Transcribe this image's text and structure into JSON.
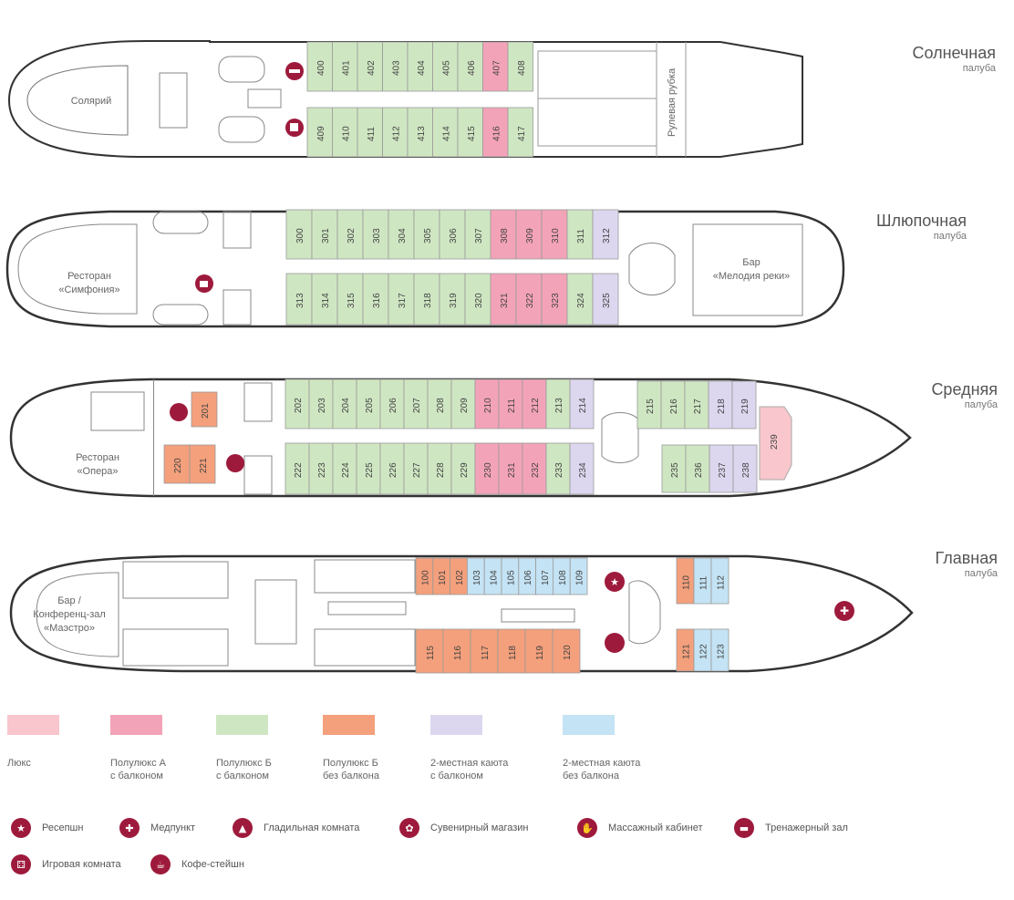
{
  "colors": {
    "lux": "#f8c6cc",
    "semilux_a_balcony": "#f3a3b8",
    "semilux_b_balcony": "#cfe6c2",
    "semilux_b_nobalcony": "#f4a07c",
    "double_balcony": "#dcd6ee",
    "double_nobalcony": "#c4e3f4",
    "icon": "#9e1a3c",
    "hull_stroke": "#333333"
  },
  "decks": [
    {
      "title": "Солнечная",
      "sub": "палуба",
      "rooms": [
        "Солярий",
        "Рулевая рубка"
      ]
    },
    {
      "title": "Шлюпочная",
      "sub": "палуба",
      "rooms": [
        "Ресторан",
        "«Симфония»",
        "Бар",
        "«Мелодия реки»"
      ]
    },
    {
      "title": "Средняя",
      "sub": "палуба",
      "rooms": [
        "Ресторан",
        "«Опера»"
      ]
    },
    {
      "title": "Главная",
      "sub": "палуба",
      "rooms": [
        "Бар /",
        "Конференц-зал",
        "«Маэстро»"
      ]
    }
  ],
  "cabins": {
    "sun_top": [
      [
        "400",
        "g"
      ],
      [
        "401",
        "g"
      ],
      [
        "402",
        "g"
      ],
      [
        "403",
        "g"
      ],
      [
        "404",
        "g"
      ],
      [
        "405",
        "g"
      ],
      [
        "406",
        "g"
      ],
      [
        "407",
        "p"
      ],
      [
        "408",
        "g"
      ]
    ],
    "sun_bottom": [
      [
        "409",
        "g"
      ],
      [
        "410",
        "g"
      ],
      [
        "411",
        "g"
      ],
      [
        "412",
        "g"
      ],
      [
        "413",
        "g"
      ],
      [
        "414",
        "g"
      ],
      [
        "415",
        "g"
      ],
      [
        "416",
        "p"
      ],
      [
        "417",
        "g"
      ]
    ],
    "boat_top": [
      [
        "300",
        "g"
      ],
      [
        "301",
        "g"
      ],
      [
        "302",
        "g"
      ],
      [
        "303",
        "g"
      ],
      [
        "304",
        "g"
      ],
      [
        "305",
        "g"
      ],
      [
        "306",
        "g"
      ],
      [
        "307",
        "g"
      ],
      [
        "308",
        "p"
      ],
      [
        "309",
        "p"
      ],
      [
        "310",
        "p"
      ],
      [
        "311",
        "g"
      ],
      [
        "312",
        "v"
      ]
    ],
    "boat_bottom": [
      [
        "313",
        "g"
      ],
      [
        "314",
        "g"
      ],
      [
        "315",
        "g"
      ],
      [
        "316",
        "g"
      ],
      [
        "317",
        "g"
      ],
      [
        "318",
        "g"
      ],
      [
        "319",
        "g"
      ],
      [
        "320",
        "g"
      ],
      [
        "321",
        "p"
      ],
      [
        "322",
        "p"
      ],
      [
        "323",
        "p"
      ],
      [
        "324",
        "g"
      ],
      [
        "325",
        "v"
      ]
    ],
    "mid_top": [
      [
        "201",
        "o"
      ],
      [
        "202",
        "g"
      ],
      [
        "203",
        "g"
      ],
      [
        "204",
        "g"
      ],
      [
        "205",
        "g"
      ],
      [
        "206",
        "g"
      ],
      [
        "207",
        "g"
      ],
      [
        "208",
        "g"
      ],
      [
        "209",
        "g"
      ],
      [
        "210",
        "p"
      ],
      [
        "211",
        "p"
      ],
      [
        "212",
        "p"
      ],
      [
        "213",
        "g"
      ],
      [
        "214",
        "v"
      ],
      [
        "215",
        "g"
      ],
      [
        "216",
        "g"
      ],
      [
        "217",
        "g"
      ],
      [
        "218",
        "v"
      ],
      [
        "219",
        "v"
      ]
    ],
    "mid_bottom": [
      [
        "220",
        "o"
      ],
      [
        "221",
        "o"
      ],
      [
        "222",
        "g"
      ],
      [
        "223",
        "g"
      ],
      [
        "224",
        "g"
      ],
      [
        "225",
        "g"
      ],
      [
        "226",
        "g"
      ],
      [
        "227",
        "g"
      ],
      [
        "228",
        "g"
      ],
      [
        "229",
        "g"
      ],
      [
        "230",
        "p"
      ],
      [
        "231",
        "p"
      ],
      [
        "232",
        "p"
      ],
      [
        "233",
        "g"
      ],
      [
        "234",
        "v"
      ],
      [
        "235",
        "g"
      ],
      [
        "236",
        "g"
      ],
      [
        "237",
        "v"
      ],
      [
        "238",
        "v"
      ]
    ],
    "mid_lux": [
      [
        "239",
        "l"
      ]
    ],
    "main_top": [
      [
        "100",
        "o"
      ],
      [
        "101",
        "o"
      ],
      [
        "102",
        "o"
      ],
      [
        "103",
        "b"
      ],
      [
        "104",
        "b"
      ],
      [
        "105",
        "b"
      ],
      [
        "106",
        "b"
      ],
      [
        "107",
        "b"
      ],
      [
        "108",
        "b"
      ],
      [
        "109",
        "b"
      ],
      [
        "110",
        "o"
      ],
      [
        "111",
        "b"
      ],
      [
        "112",
        "b"
      ]
    ],
    "main_bottom": [
      [
        "115",
        "o"
      ],
      [
        "116",
        "o"
      ],
      [
        "117",
        "o"
      ],
      [
        "118",
        "o"
      ],
      [
        "119",
        "o"
      ],
      [
        "120",
        "o"
      ],
      [
        "121",
        "o"
      ],
      [
        "122",
        "b"
      ],
      [
        "123",
        "b"
      ]
    ]
  },
  "legend": [
    {
      "key": "lux",
      "lines": [
        "Люкс"
      ]
    },
    {
      "key": "semilux_a_balcony",
      "lines": [
        "Полулюкс А",
        "с балконом"
      ]
    },
    {
      "key": "semilux_b_balcony",
      "lines": [
        "Полулюкс Б",
        "с балконом"
      ]
    },
    {
      "key": "semilux_b_nobalcony",
      "lines": [
        "Полулюкс Б",
        "без балкона"
      ]
    },
    {
      "key": "double_balcony",
      "lines": [
        "2-местная каюта",
        "с балконом"
      ]
    },
    {
      "key": "double_nobalcony",
      "lines": [
        "2-местная каюта",
        "без балкона"
      ]
    }
  ],
  "facilities": [
    {
      "icon": "star-icon",
      "glyph": "★",
      "label": "Ресепшн"
    },
    {
      "icon": "medical-cross-icon",
      "glyph": "✚",
      "label": "Медпункт"
    },
    {
      "icon": "iron-icon",
      "glyph": "▲",
      "label": "Гладильная комната"
    },
    {
      "icon": "gift-icon",
      "glyph": "✿",
      "label": "Сувенирный магазин"
    },
    {
      "icon": "hand-icon",
      "glyph": "✋",
      "label": "Массажный кабинет"
    },
    {
      "icon": "dumbbell-icon",
      "glyph": "▬",
      "label": "Тренажерный зал"
    },
    {
      "icon": "dice-icon",
      "glyph": "⚃",
      "label": "Игровая комната"
    },
    {
      "icon": "coffee-icon",
      "glyph": "☕",
      "label": "Кофе-стейшн"
    }
  ]
}
